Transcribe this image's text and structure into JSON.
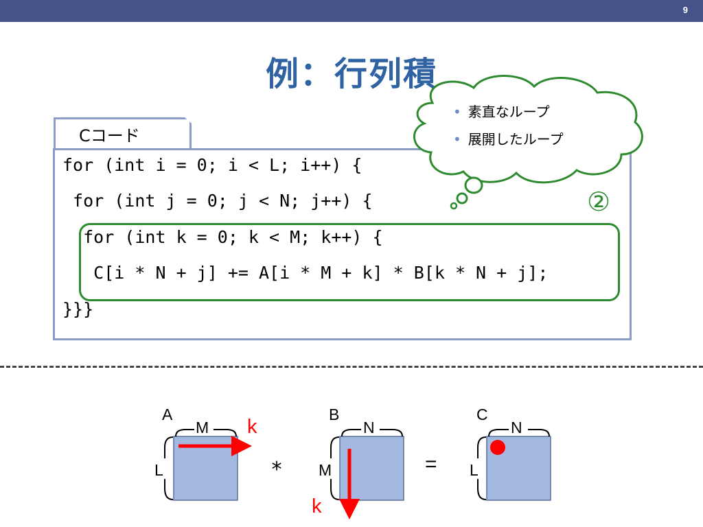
{
  "slide": {
    "number": "9",
    "title": "例：行列積"
  },
  "code_panel": {
    "tab_label": "Cコード",
    "lines": [
      "for (int i = 0; i < L; i++) {",
      " for (int j = 0; j < N; j++) {",
      "  for (int k = 0; k < M; k++) {",
      "   C[i * N + j] += A[i * M + k] * B[k * N + j];",
      "}}}"
    ],
    "marker": "②"
  },
  "thought_bubble": {
    "items": [
      "素直なループ",
      "展開したループ"
    ],
    "bullet": "•"
  },
  "diagram": {
    "matrix_a": {
      "name": "A",
      "top_dim": "M",
      "side_dim": "L",
      "arrow_label": "k"
    },
    "multiply_sign": "*",
    "matrix_b": {
      "name": "B",
      "top_dim": "N",
      "side_dim": "M",
      "arrow_label": "k"
    },
    "equals_sign": "=",
    "matrix_c": {
      "name": "C",
      "top_dim": "N",
      "side_dim": "L"
    }
  },
  "colors": {
    "header_bar": "#45538a",
    "title": "#2f62a3",
    "panel_border": "#8a9cc7",
    "highlight_green": "#2e8a2e",
    "matrix_fill": "#a3b9df",
    "arrow_red": "#ff0000"
  }
}
